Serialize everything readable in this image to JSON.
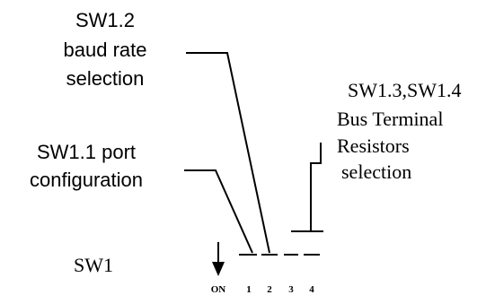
{
  "labels": {
    "sw1_2": [
      "SW1.2",
      "baud rate",
      "selection"
    ],
    "sw1_1": [
      "SW1.1 port",
      "configuration"
    ],
    "sw1_34": [
      "SW1.3,SW1.4",
      "Bus Terminal",
      "Resistors",
      "selection"
    ],
    "sw1": "SW1"
  },
  "switch_positions": {
    "on": "ON",
    "p1": "1",
    "p2": "2",
    "p3": "3",
    "p4": "4"
  }
}
